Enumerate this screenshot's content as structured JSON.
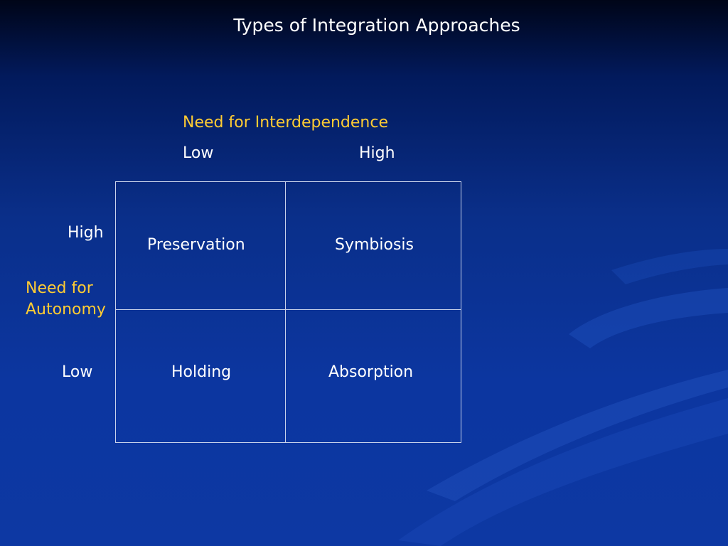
{
  "slide": {
    "title": "Types of Integration Approaches"
  },
  "matrix": {
    "x_axis": {
      "label": "Need for Interdependence",
      "low": "Low",
      "high": "High"
    },
    "y_axis": {
      "label_line1": "Need for",
      "label_line2": "Autonomy",
      "high": "High",
      "low": "Low"
    },
    "cells": {
      "top_left": "Preservation",
      "top_right": "Symbiosis",
      "bottom_left": "Holding",
      "bottom_right": "Absorption"
    }
  },
  "colors": {
    "label_accent": "#ffcc33",
    "text": "#ffffff",
    "background": "#0c36a0"
  }
}
